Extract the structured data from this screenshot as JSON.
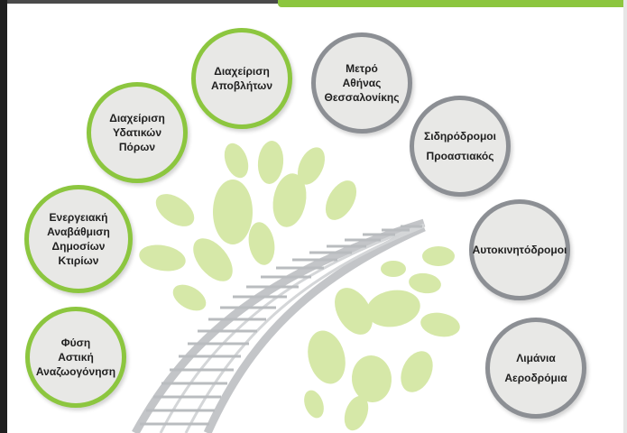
{
  "nodes": {
    "waste": {
      "lines": [
        "Διαχείριση",
        "Αποβλήτων"
      ]
    },
    "water": {
      "lines": [
        "Διαχείριση",
        "Υδατικών",
        "Πόρων"
      ]
    },
    "energy": {
      "lines": [
        "Ενεργειακή",
        "Αναβάθμιση",
        "Δημοσίων",
        "Κτιρίων"
      ]
    },
    "nature": {
      "lines": [
        "Φύση",
        "Αστική",
        "Αναζωογόνηση"
      ]
    },
    "metro": {
      "lines": [
        "Μετρό",
        "Αθήνας",
        "Θεσσαλονίκης"
      ]
    },
    "rail": {
      "lines": [
        "Σιδηρόδρομοι",
        "Προαστιακός"
      ]
    },
    "motorways": {
      "lines": [
        "Αυτοκινητόδρομοι"
      ]
    },
    "ports": {
      "lines": [
        "Λιμάνια",
        "Αεροδρόμια"
      ]
    }
  },
  "colors": {
    "green_ring": "#8cc63f",
    "gray_ring": "#8c8f94",
    "leaf": "#d6e8a8",
    "track": "#c7c9cc"
  }
}
